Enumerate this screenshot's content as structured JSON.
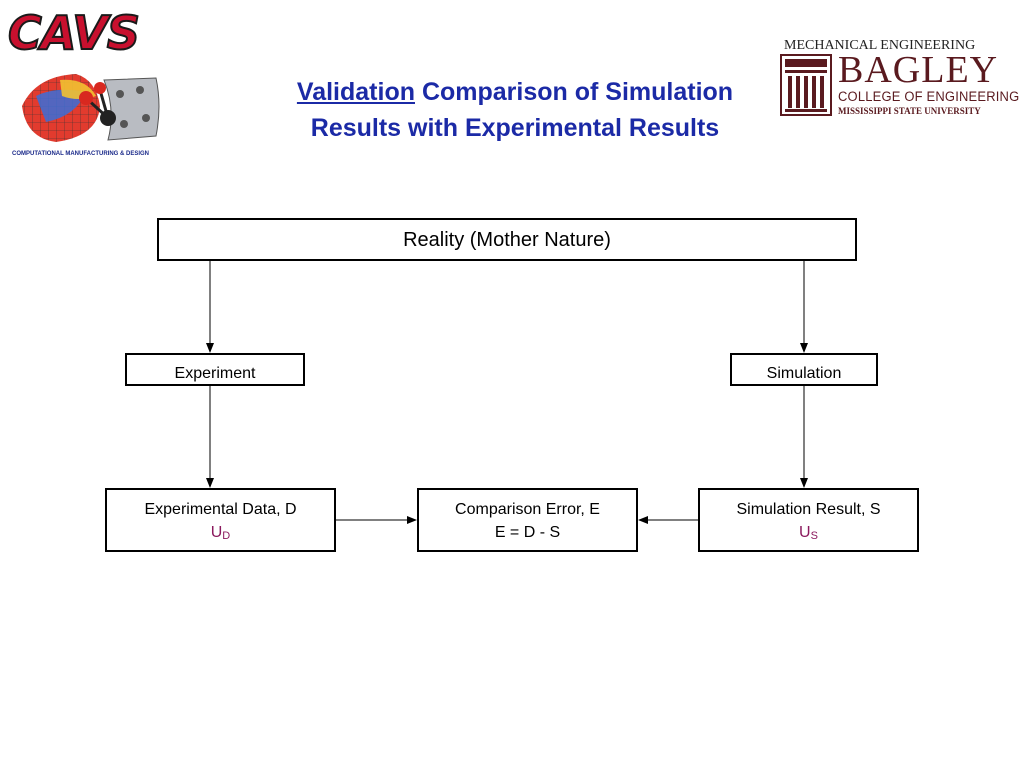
{
  "logos": {
    "cavs": {
      "wordmark": "CAVS",
      "caption": "COMPUTATIONAL MANUFACTURING & DESIGN"
    },
    "bagley": {
      "department": "MECHANICAL ENGINEERING",
      "name": "BAGLEY",
      "college": "COLLEGE OF ENGINEERING",
      "university": "MISSISSIPPI STATE UNIVERSITY"
    }
  },
  "title": {
    "link": "Validation",
    "line1_rest": " Comparison of Simulation",
    "line2": "Results with Experimental Results"
  },
  "diagram": {
    "reality": "Reality (Mother Nature)",
    "experiment": "Experiment",
    "simulation": "Simulation",
    "experimental_data": {
      "label": "Experimental Data, D",
      "uncertainty": "U",
      "uncertainty_sub": "D"
    },
    "comparison": {
      "label": "Comparison Error, E",
      "equation": "E = D - S"
    },
    "simulation_result": {
      "label": "Simulation Result, S",
      "uncertainty": "U",
      "uncertainty_sub": "S"
    }
  },
  "colors": {
    "title": "#1b2aa6",
    "uncertainty": "#8b1a5e",
    "bagley": "#5a1a1f",
    "cavs": "#c8102e"
  }
}
